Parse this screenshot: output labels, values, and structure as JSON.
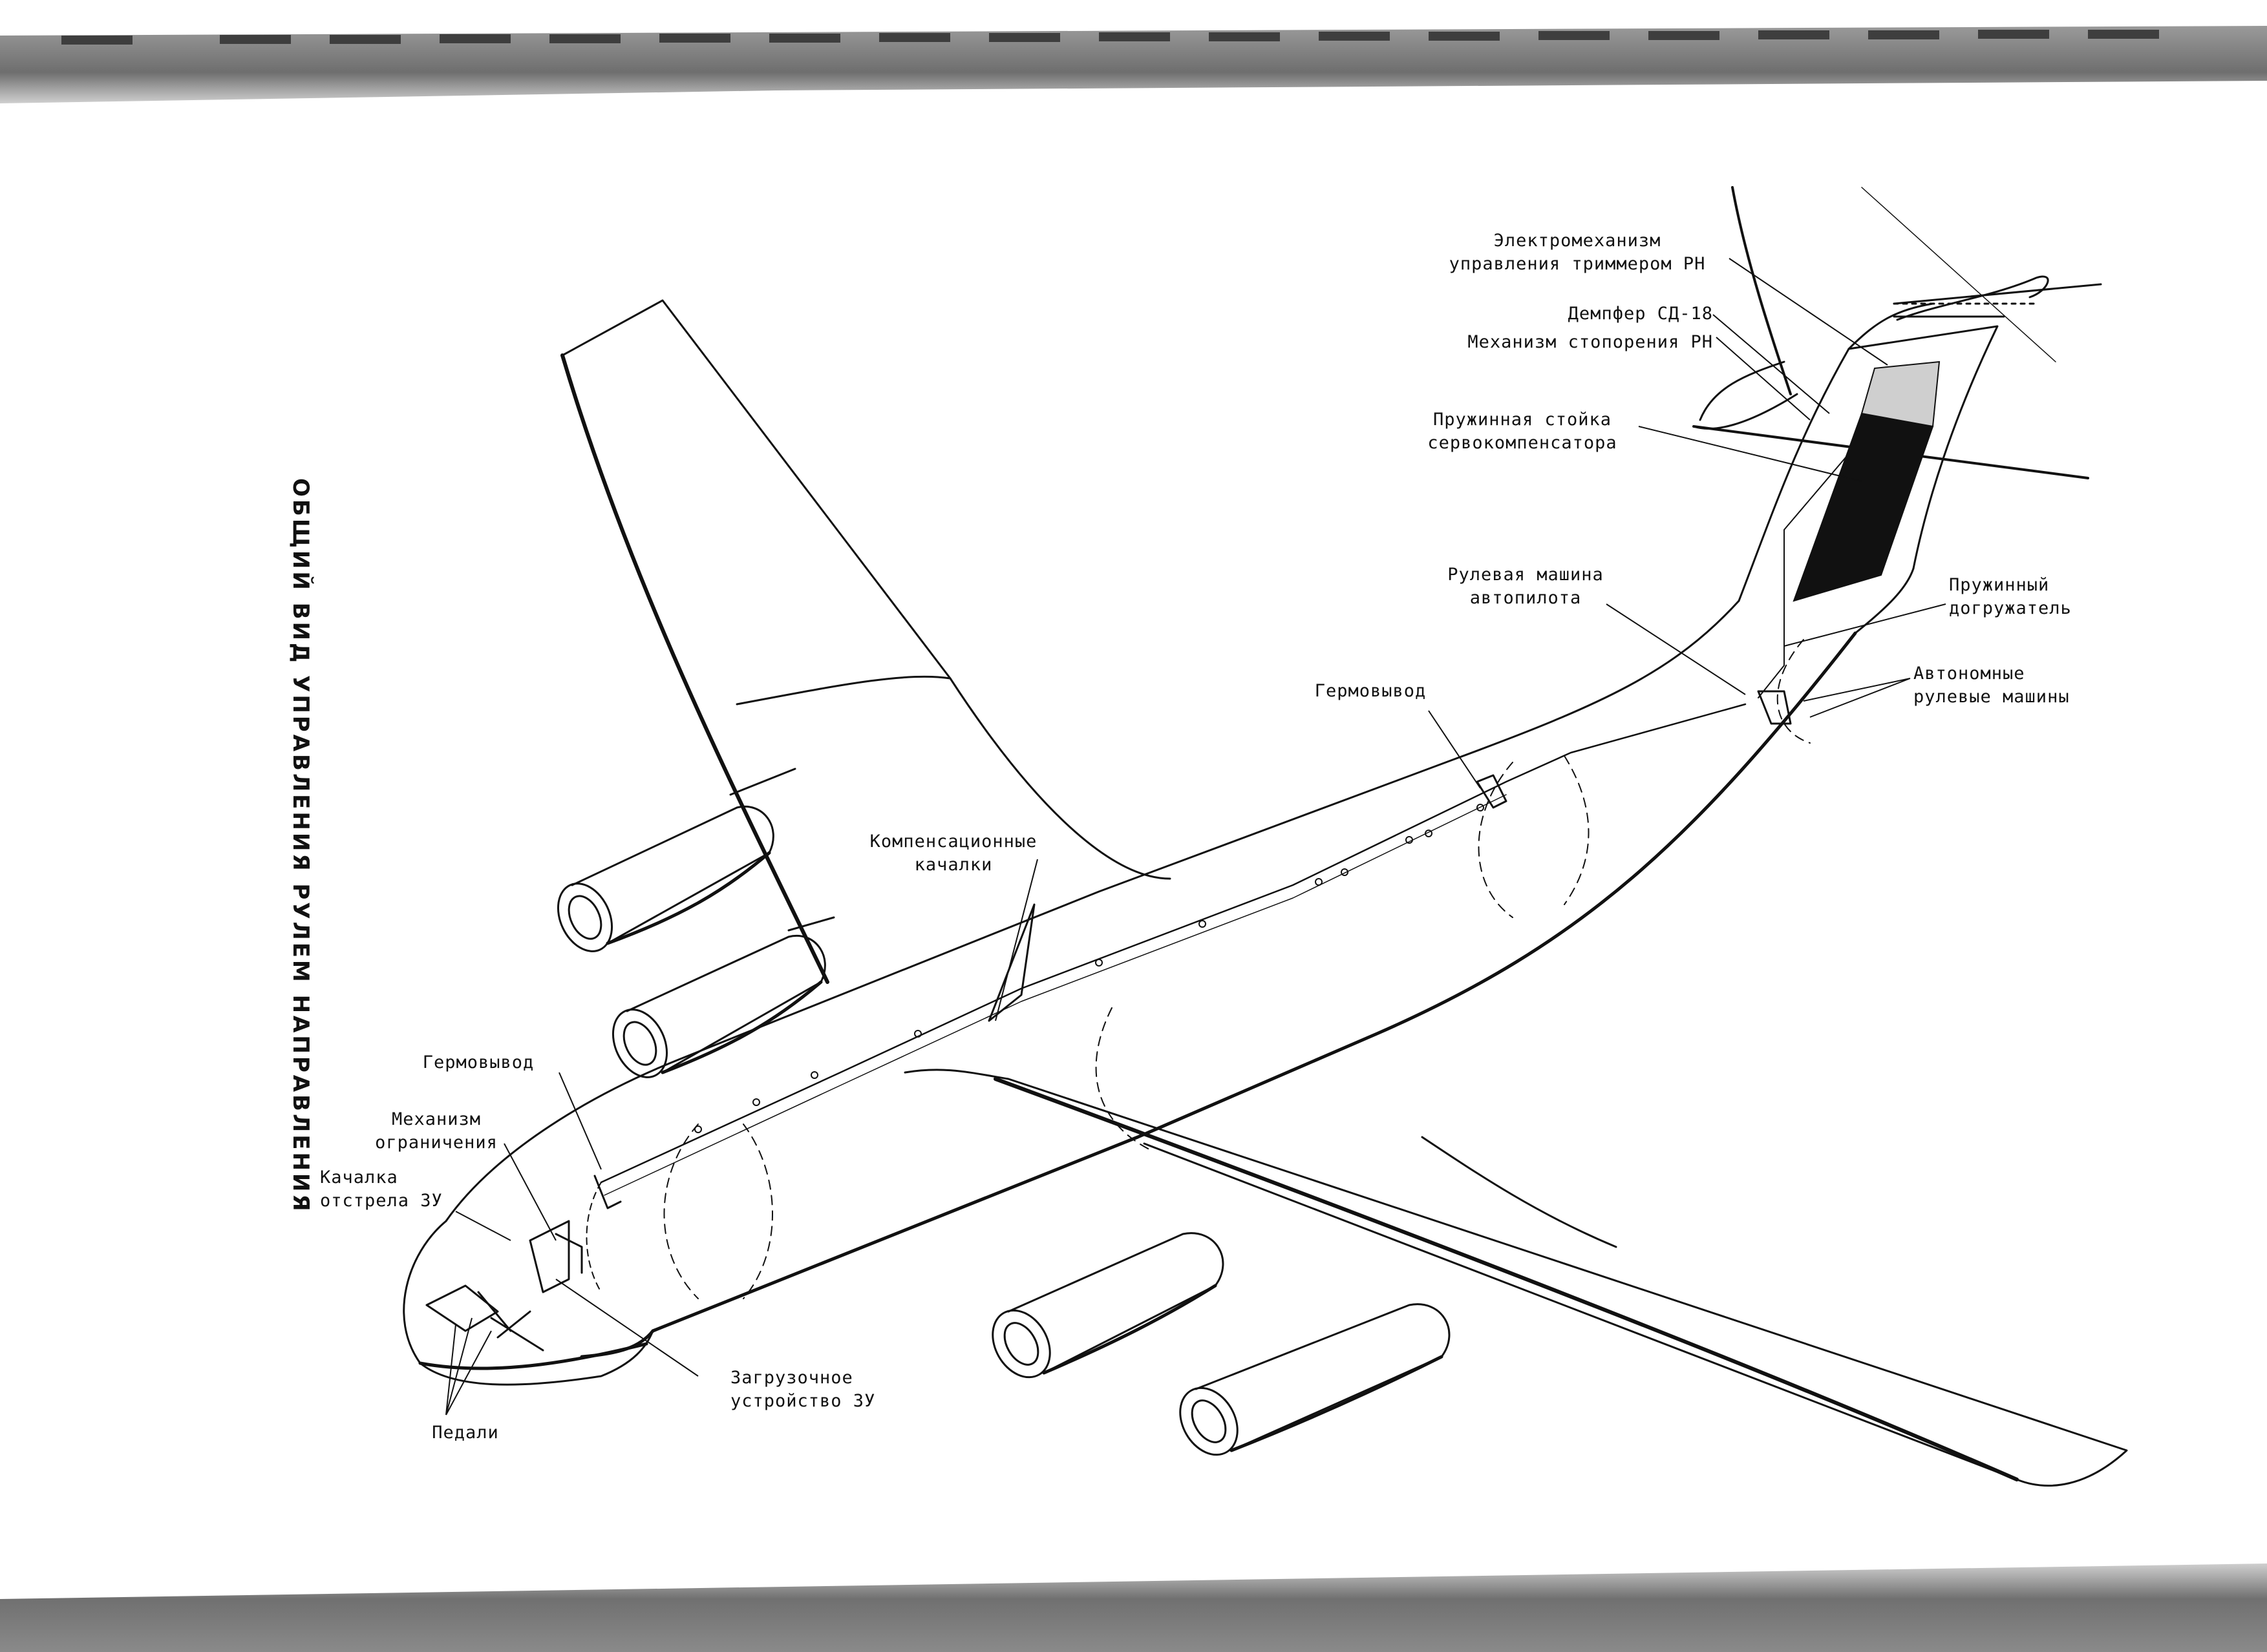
{
  "title": "ОБЩИЙ ВИД УПРАВЛЕНИЯ РУЛЕМ НАПРАВЛЕНИЯ",
  "labels": {
    "elektromekhanizm": "Электромеханизм\nуправления триммером РН",
    "dempfer": "Демпфер СД-18",
    "mekhanizm_stoporeniya": "Механизм стопорения РН",
    "pruzhinnaya_stoyka": "Пружинная стойка\nсервокомпенсатора",
    "rulevaya_mashina": "Рулевая машина\nавтопилота",
    "pruzhinny_dogruzhatel": "Пружинный\nдогружатель",
    "avtonomnye": "Автономные\nрулевые машины",
    "germovyvod_rear": "Гермовывод",
    "kompensatsionnye": "Компенсационные\nкачалки",
    "germovyvod_front": "Гермовывод",
    "mekhanizm_ogranicheniya": "Механизм\nограничения",
    "kachalka": "Качалка\nотстрела ЗУ",
    "zagruzochnoe": "Загрузочное\nустройство ЗУ",
    "pedali": "Педали"
  },
  "colors": {
    "ink": "#111111",
    "paper": "#ffffff",
    "scan_bar": "#7a7a7a"
  }
}
